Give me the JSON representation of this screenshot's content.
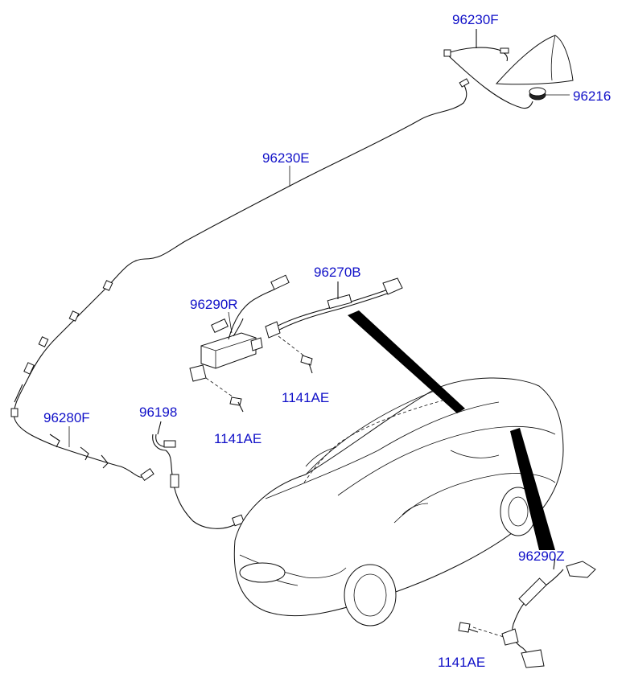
{
  "labels": {
    "roof_antenna_cable": "96230F",
    "antenna_gasket": "96216",
    "main_antenna_cable": "96230E",
    "amp_module": "96290R",
    "extension_cable": "96270B",
    "bolt_upper_right": "1141AE",
    "rear_cable_set": "96280F",
    "cable_96198": "96198",
    "bolt_middle": "1141AE",
    "rear_amp_cable": "96290Z",
    "bolt_lower": "1141AE"
  },
  "colors": {
    "label": "#1010c8",
    "line": "#111111",
    "background": "#ffffff"
  }
}
